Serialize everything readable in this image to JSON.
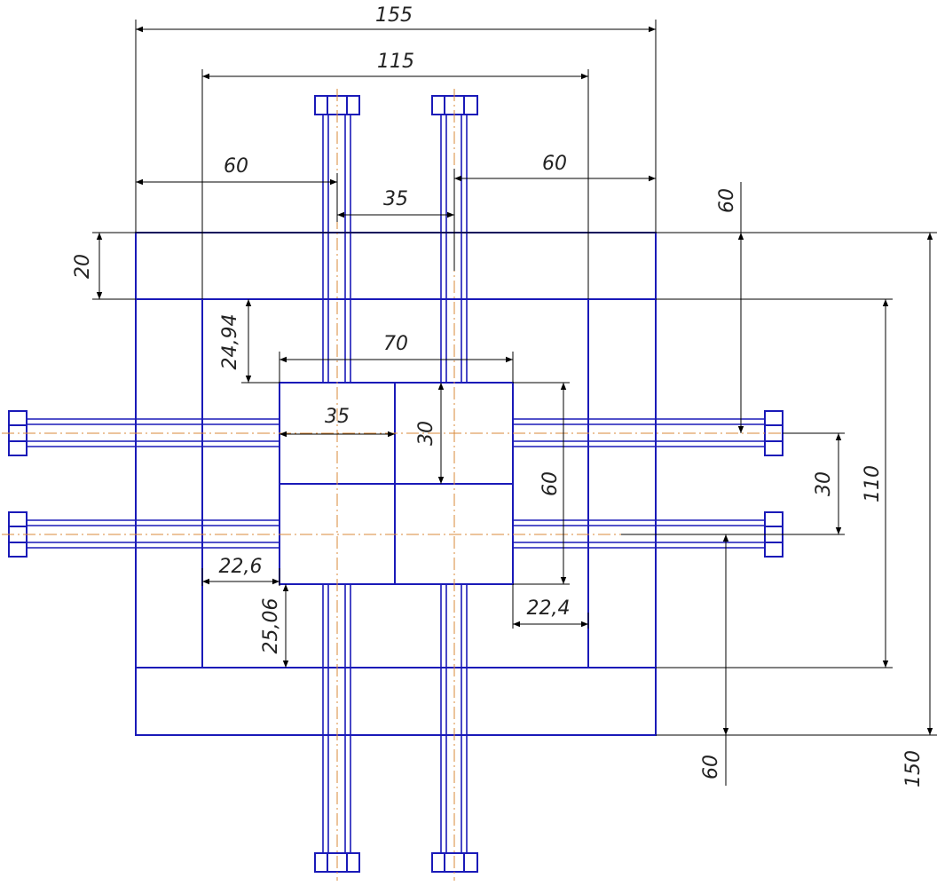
{
  "colors": {
    "part": "#1a1ab8",
    "axis": "#d98a3a",
    "dimension": "#000000"
  },
  "dimensions": {
    "overall_width": "155",
    "inner_width": "115",
    "bolt_offset_left": "60",
    "bolt_offset_right": "60",
    "bolt_spacing_top": "35",
    "center_block_width": "70",
    "half_block_width": "35",
    "top_band_height": "20",
    "gap_top": "24,94",
    "half_block_height": "30",
    "center_block_height": "60",
    "bolt_spacing_right": "30",
    "inner_height": "110",
    "overall_height": "150",
    "bolt_offset_top_right": "60",
    "bolt_offset_bottom_right": "60",
    "gap_left": "22,6",
    "gap_right": "22,4",
    "gap_bottom": "25,06"
  }
}
